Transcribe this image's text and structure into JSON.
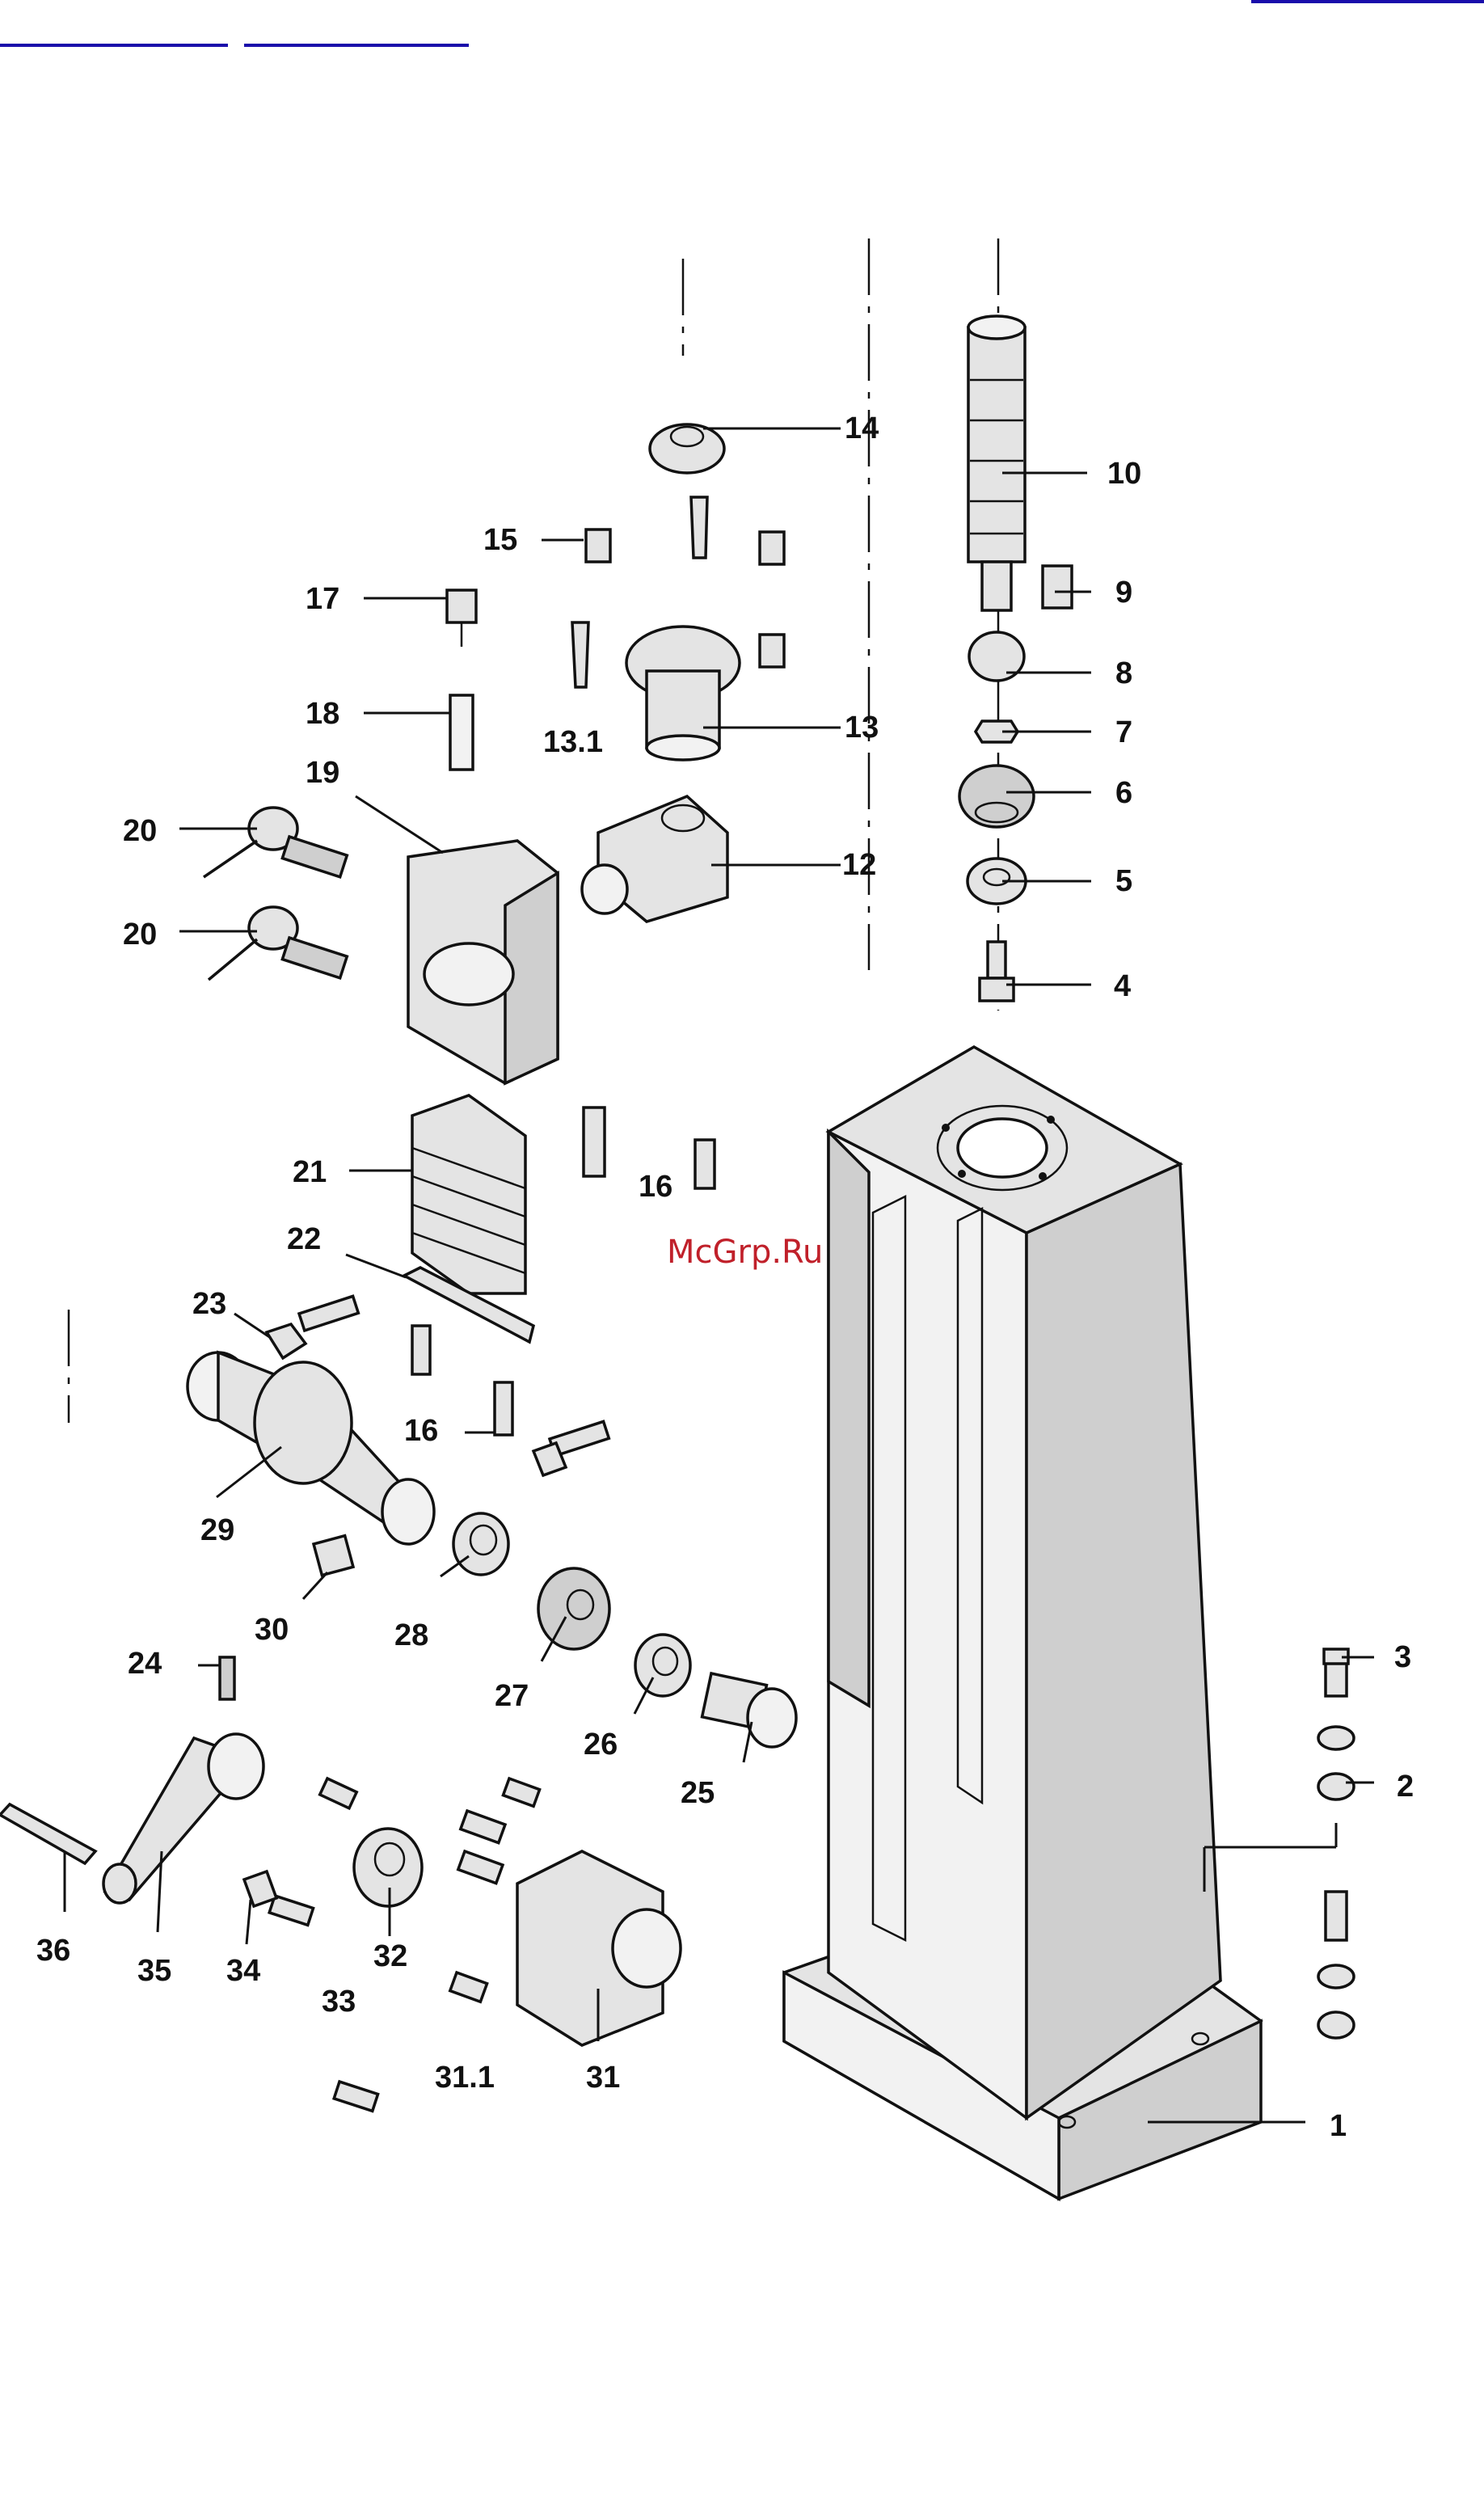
{
  "watermark": "McGrp.Ru",
  "colors": {
    "link": "#1a0dab",
    "watermark": "#c0202a",
    "ink": "#111111",
    "metal": "#e4e4e4"
  },
  "labels": {
    "l1": "1",
    "l2": "2",
    "l3": "3",
    "l4": "4",
    "l5": "5",
    "l6": "6",
    "l7": "7",
    "l8": "8",
    "l9": "9",
    "l10": "10",
    "l12": "12",
    "l13": "13",
    "l13_1": "13.1",
    "l14": "14",
    "l15": "15",
    "l16a": "16",
    "l16b": "16",
    "l17": "17",
    "l18": "18",
    "l19": "19",
    "l20a": "20",
    "l20b": "20",
    "l21": "21",
    "l22": "22",
    "l23": "23",
    "l24": "24",
    "l25": "25",
    "l26": "26",
    "l27": "27",
    "l28": "28",
    "l29": "29",
    "l30": "30",
    "l31": "31",
    "l31_1": "31.1",
    "l32": "32",
    "l33": "33",
    "l34": "34",
    "l35": "35",
    "l36": "36"
  }
}
